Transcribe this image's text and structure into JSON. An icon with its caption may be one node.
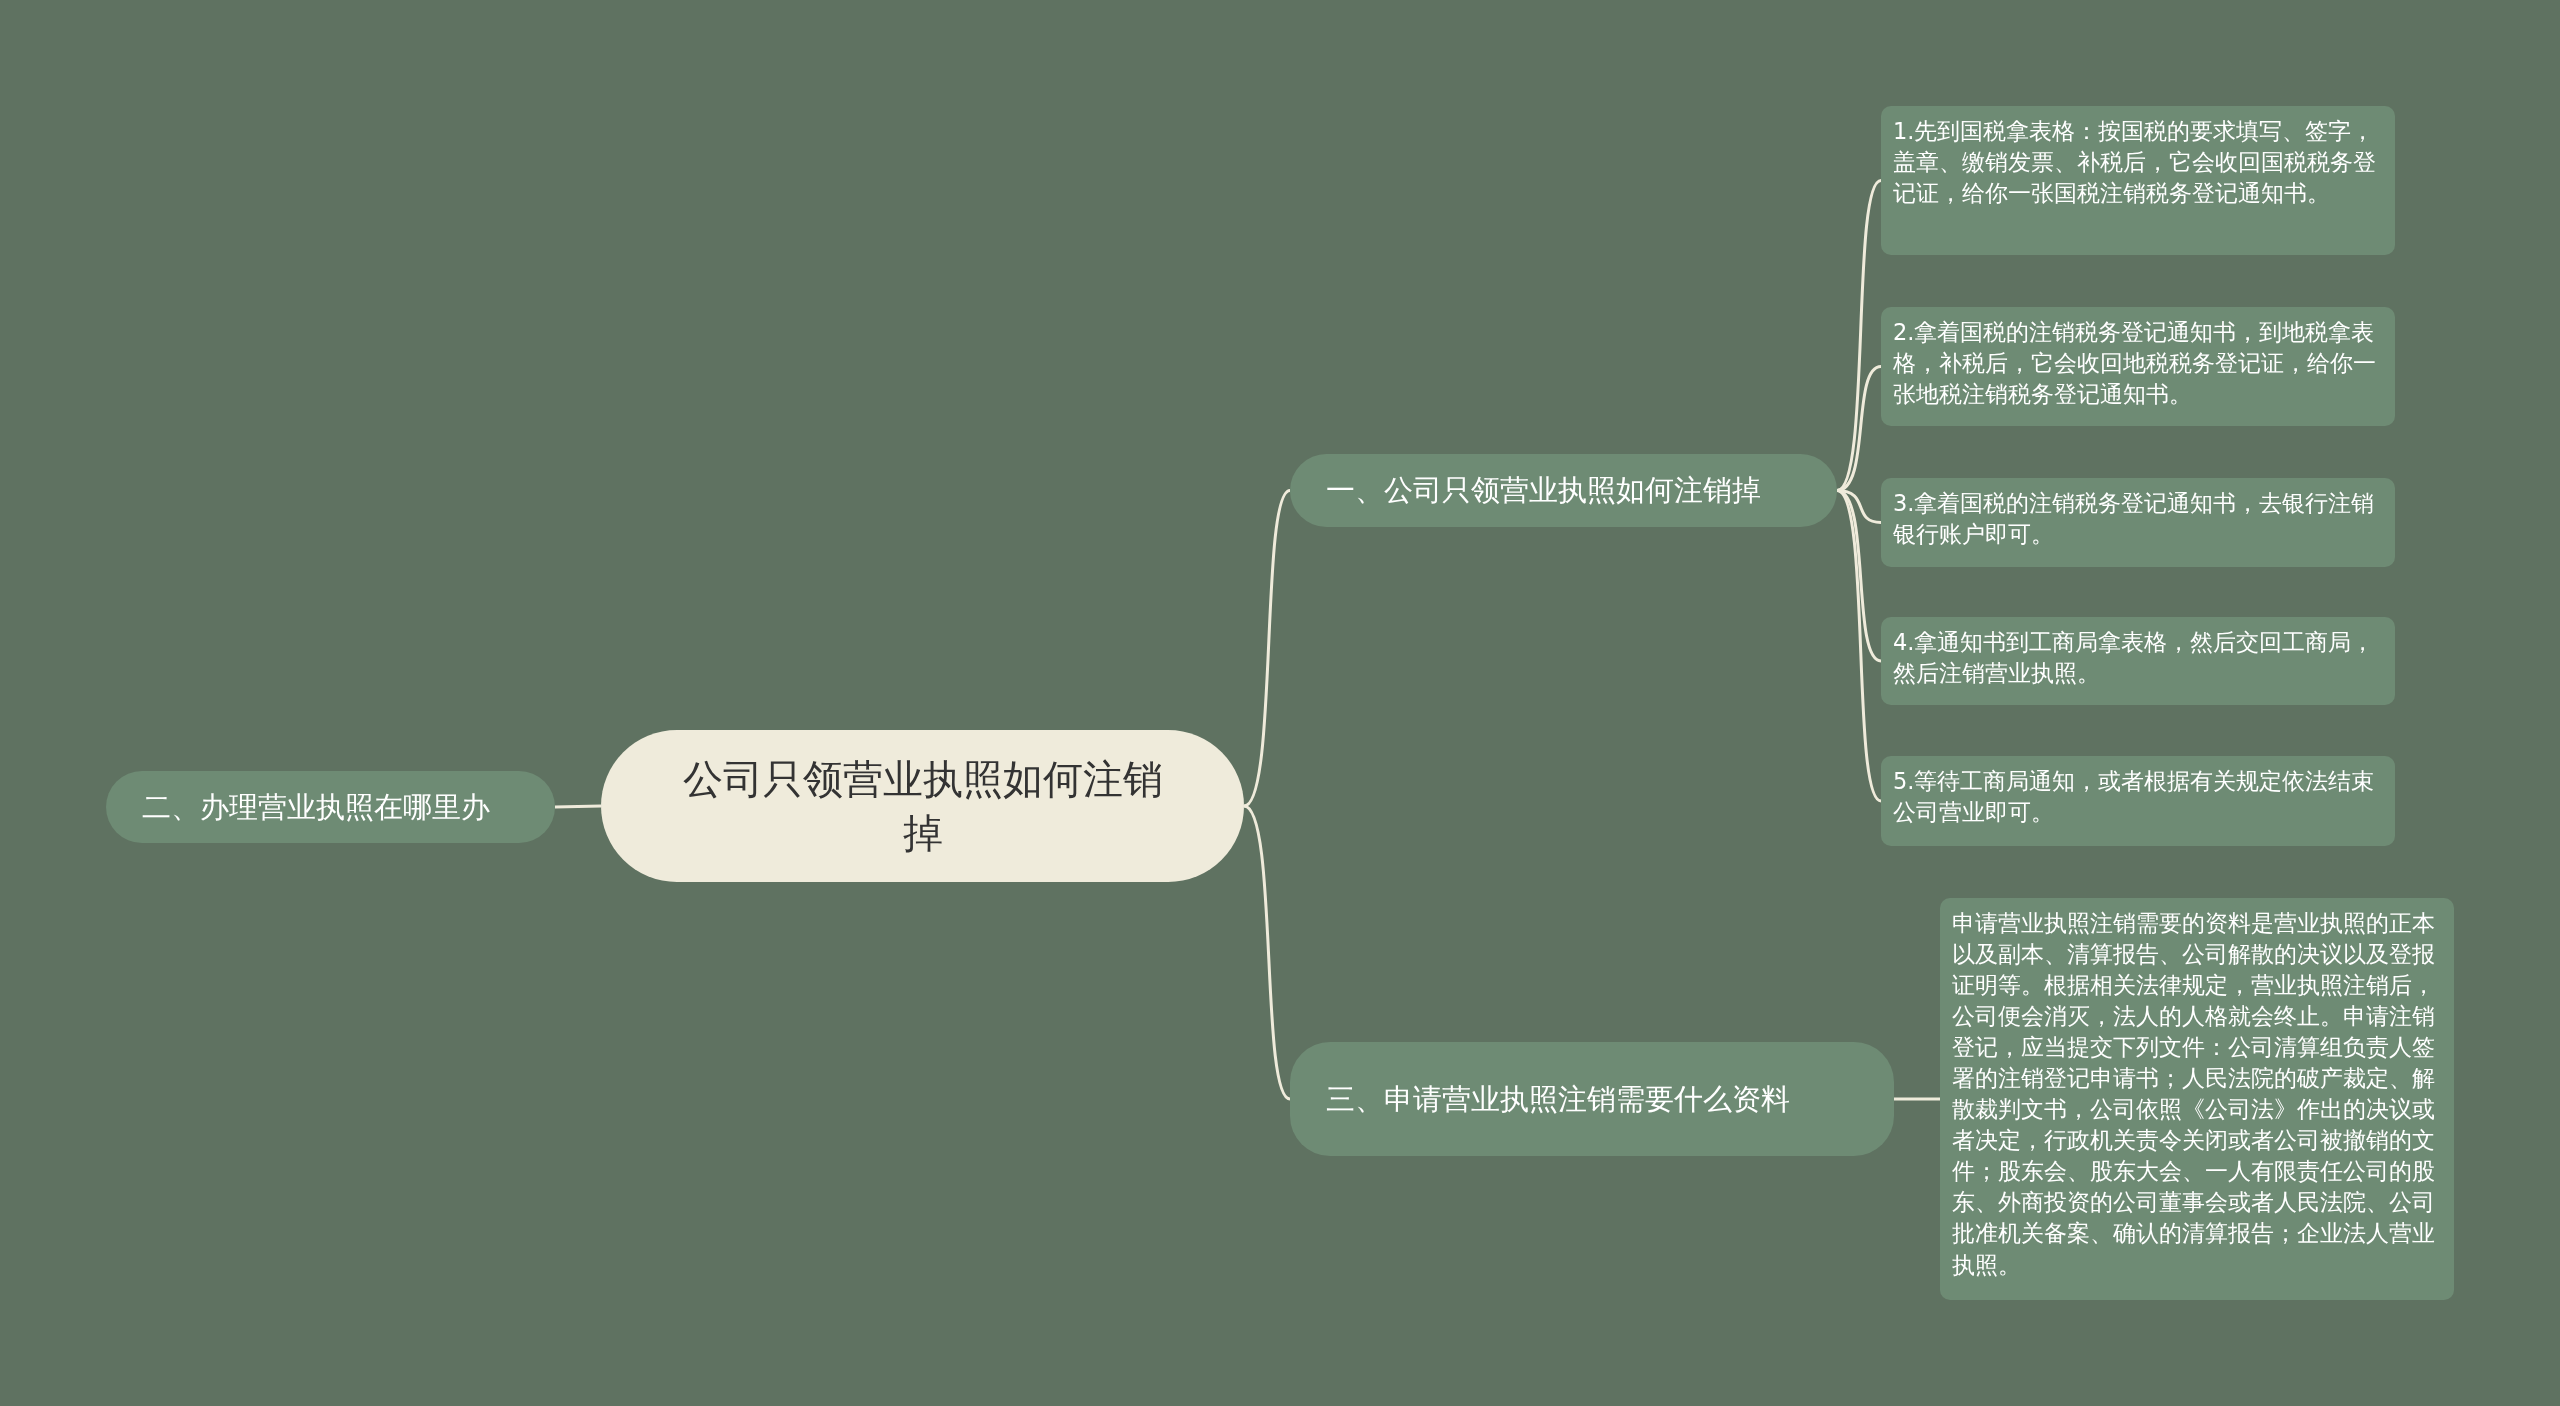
{
  "diagram": {
    "nodes": [
      {
        "text": [
          "公司只领营业执照如何注销掉"
        ]
      },
      {
        "text": [
          "二、办理营业执照在哪里办"
        ]
      },
      {
        "text": [
          "一、公司只领营业执照如何注销掉"
        ]
      },
      {
        "text": [
          "1.先到国税拿表格：按国税的要求填写、签字，盖章、缴销发票、补税后，它会收回国税税务登记证，给你一张国税注销税务登记通知书。"
        ]
      },
      {
        "text": [
          "2.拿着国税的注销税务登记通知书，到地税拿表格，补税后，它会收回地税税务登记证，给你一张地税注销税务登记通知书。"
        ]
      },
      {
        "text": [
          "3.拿着国税的注销税务登记通知书，去银行注销银行账户即可。"
        ]
      },
      {
        "text": [
          "4.拿通知书到工商局拿表格，然后交回工商局，然后注销营业执照。"
        ]
      },
      {
        "text": [
          "5.等待工商局通知，或者根据有关规定依法结束公司营业即可。"
        ]
      },
      {
        "text": [
          "三、申请营业执照注销需要什么资料"
        ]
      },
      {
        "text": [
          "申请营业执照注销需要的资料是营业执照的正本以及副本、清算报告、公司解散的决议以及登报证明等。根据相关法律规定，营业执照注销后，公司便会消灭，法人的人格就会终止。申请注销登记，应当提交下列文件：公司清算组负责人签署的注销登记申请书；人民法院的破产裁定、解散裁判文书，公司依照《公司法》作出的决议或者决定，行政机关责令关闭或者公司被撤销的文件；股东会、股东大会、一人有限责任公司的股东、外商投资的公司董事会或者人民法院、公司批准机关备案、确认的清算报告；企业法人营业执照。"
        ]
      }
    ],
    "edges": [
      {
        "from": 0,
        "to": 1,
        "arrow": "none"
      },
      {
        "from": 0,
        "to": 2,
        "arrow": "none"
      },
      {
        "from": 2,
        "to": 3,
        "arrow": "none"
      },
      {
        "from": 2,
        "to": 4,
        "arrow": "none"
      },
      {
        "from": 2,
        "to": 5,
        "arrow": "none"
      },
      {
        "from": 2,
        "to": 6,
        "arrow": "none"
      },
      {
        "from": 2,
        "to": 7,
        "arrow": "none"
      },
      {
        "from": 0,
        "to": 8,
        "arrow": "none"
      },
      {
        "from": 8,
        "to": 9,
        "arrow": "none"
      }
    ]
  }
}
